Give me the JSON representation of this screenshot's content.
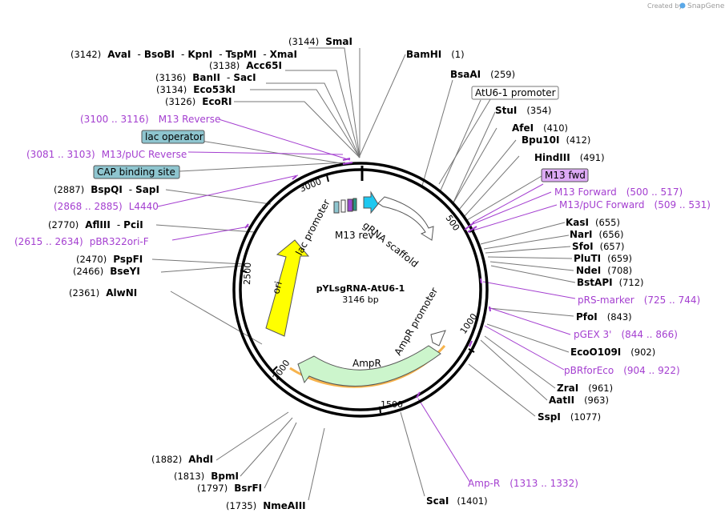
{
  "credit": {
    "prefix": "Created by",
    "brand": "SnapGene"
  },
  "plasmid": {
    "name": "pYLsgRNA-AtU6-1",
    "length": "3146 bp"
  },
  "ticks": [
    "500",
    "1000",
    "1500",
    "2000",
    "2500",
    "3000"
  ],
  "colors": {
    "primer": "#a43fd0",
    "leader": "#777777",
    "ori": "#ffff00",
    "ampr": "#ccf5cc",
    "cyan_feature": "#1ec8f0",
    "teal_box": "#8ec5cf",
    "purple_box": "#ddaaf5"
  },
  "sites": [
    {
      "pos": "(3144)",
      "name": "SmaI"
    },
    {
      "pos": "(3142)",
      "name": "AvaI",
      "s1": "BsoBI",
      "s2": "KpnI",
      "s3": "TspMI",
      "s4": "XmaI"
    },
    {
      "pos": "(3138)",
      "name": "Acc65I"
    },
    {
      "pos": "(3136)",
      "name": "BanII",
      "s1": "SacI"
    },
    {
      "pos": "(3134)",
      "name": "Eco53kI"
    },
    {
      "pos": "(3126)",
      "name": "EcoRI"
    },
    {
      "pos": "(2887)",
      "name": "BspQI",
      "s1": "SapI"
    },
    {
      "pos": "(2770)",
      "name": "AflIII",
      "s1": "PciI"
    },
    {
      "pos": "(2470)",
      "name": "PspFI"
    },
    {
      "pos": "(2466)",
      "name": "BseYI"
    },
    {
      "pos": "(2361)",
      "name": "AlwNI"
    },
    {
      "pos": "(1882)",
      "name": "AhdI"
    },
    {
      "pos": "(1813)",
      "name": "BpmI"
    },
    {
      "pos": "(1797)",
      "name": "BsrFI"
    },
    {
      "pos": "(1735)",
      "name": "NmeAIII"
    },
    {
      "pos": "(1401)",
      "name": "ScaI"
    },
    {
      "pos": "(1)",
      "name": "BamHI"
    },
    {
      "pos": "(259)",
      "name": "BsaAI"
    },
    {
      "pos": "(354)",
      "name": "StuI"
    },
    {
      "pos": "(410)",
      "name": "AfeI"
    },
    {
      "pos": "(412)",
      "name": "Bpu10I"
    },
    {
      "pos": "(491)",
      "name": "HindIII"
    },
    {
      "pos": "(655)",
      "name": "KasI"
    },
    {
      "pos": "(656)",
      "name": "NarI"
    },
    {
      "pos": "(657)",
      "name": "SfoI"
    },
    {
      "pos": "(659)",
      "name": "PluTI"
    },
    {
      "pos": "(708)",
      "name": "NdeI"
    },
    {
      "pos": "(712)",
      "name": "BstAPI"
    },
    {
      "pos": "(843)",
      "name": "PfoI"
    },
    {
      "pos": "(902)",
      "name": "EcoO109I"
    },
    {
      "pos": "(961)",
      "name": "ZraI"
    },
    {
      "pos": "(963)",
      "name": "AatII"
    },
    {
      "pos": "(1077)",
      "name": "SspI"
    }
  ],
  "primers": [
    {
      "range": "(3100 .. 3116)",
      "name": "M13 Reverse"
    },
    {
      "range": "(3081 .. 3103)",
      "name": "M13/pUC Reverse"
    },
    {
      "range": "(2868 .. 2885)",
      "name": "L4440"
    },
    {
      "range": "(2615 .. 2634)",
      "name": "pBR322ori-F"
    },
    {
      "range": "(500 .. 517)",
      "name": "M13 Forward"
    },
    {
      "range": "(509 .. 531)",
      "name": "M13/pUC Forward"
    },
    {
      "range": "(725 .. 744)",
      "name": "pRS-marker"
    },
    {
      "range": "(844 .. 866)",
      "name": "pGEX 3'"
    },
    {
      "range": "(904 .. 922)",
      "name": "pBRforEco"
    },
    {
      "range": "(1313 .. 1332)",
      "name": "Amp-R"
    }
  ],
  "boxed": {
    "lac_operator": "lac operator",
    "cap_site": "CAP binding site",
    "atu6": "AtU6-1 promoter",
    "m13fwd": "M13 fwd"
  },
  "features": {
    "lac_promoter": "lac promoter",
    "m13rev": "M13 rev",
    "grna": "gRNA scaffold",
    "ori": "ori",
    "ampr": "AmpR",
    "ampr_promoter": "AmpR promoter"
  }
}
